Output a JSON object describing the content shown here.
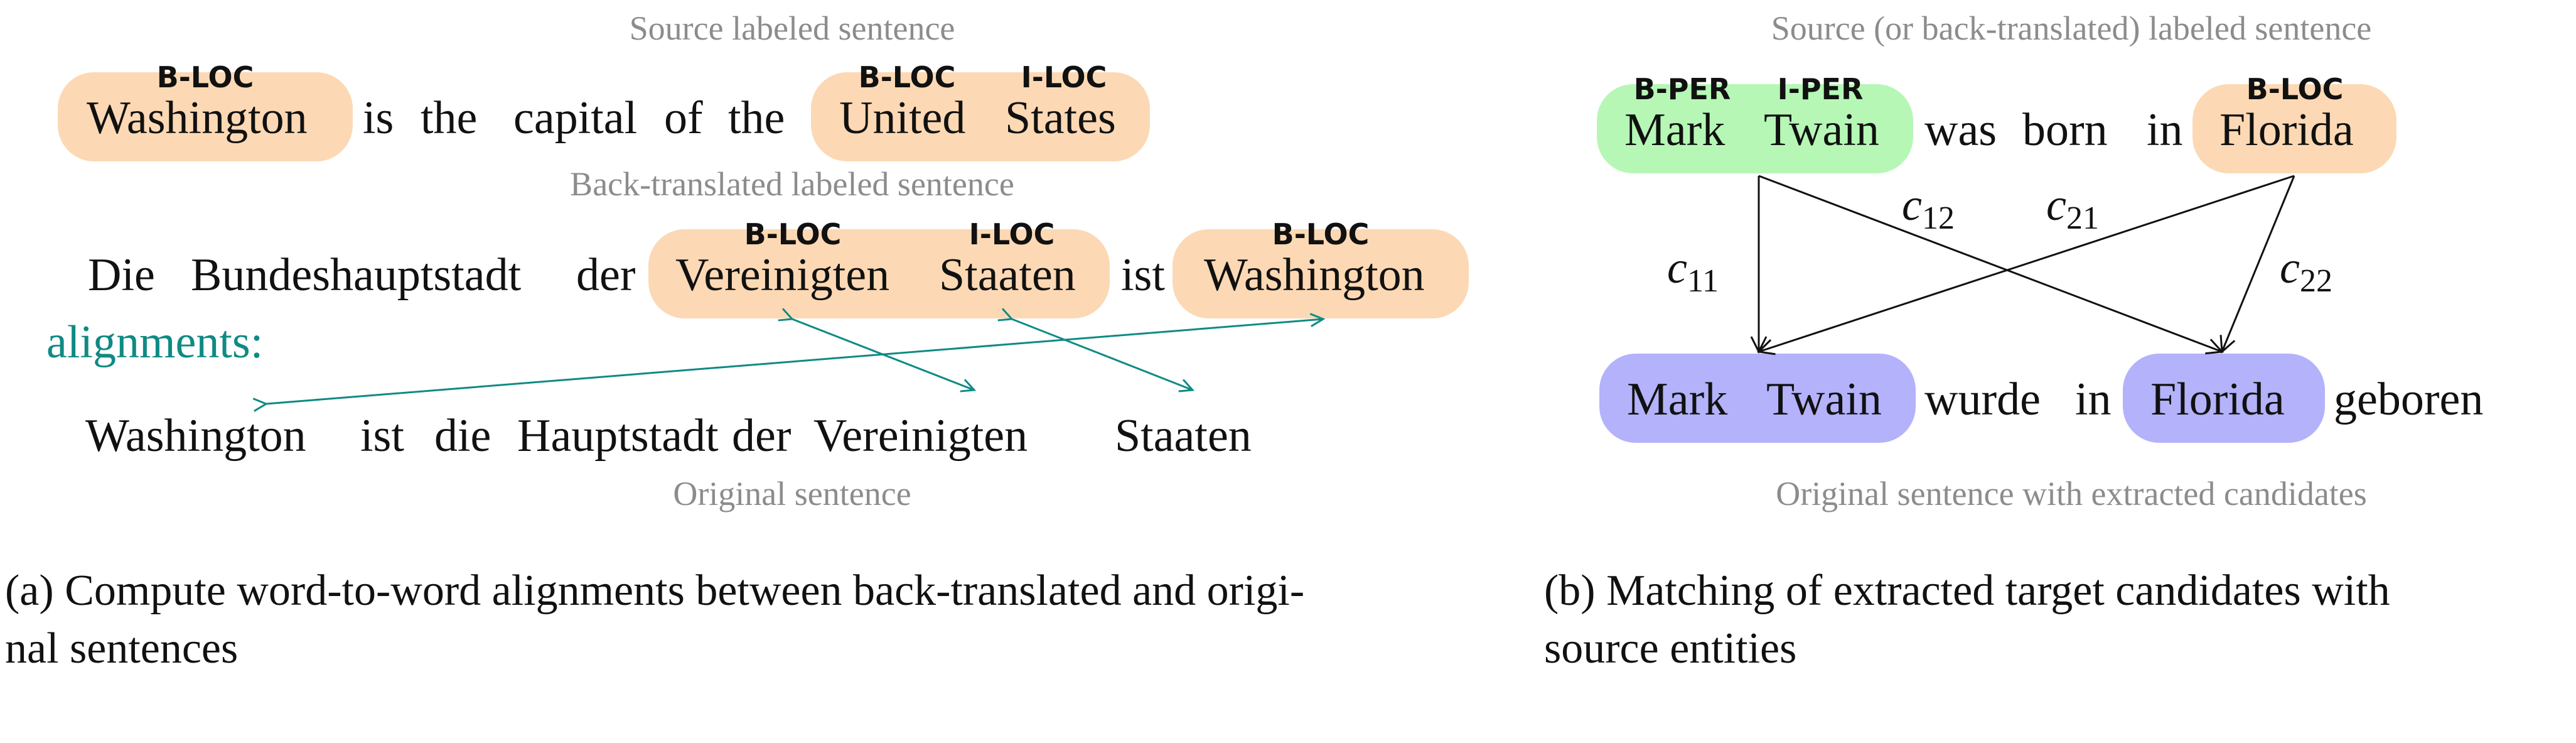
{
  "panel_a": {
    "source_title": "Source labeled sentence",
    "source_sentence": {
      "w1": "Washington",
      "w2": "is",
      "w3": "the",
      "w4": "capital",
      "w5": "of",
      "w6": "the",
      "w7": "United",
      "w8": "States",
      "tag1": "B-LOC",
      "tag7": "B-LOC",
      "tag8": "I-LOC"
    },
    "back_title": "Back-translated labeled sentence",
    "back_sentence": {
      "w1": "Die",
      "w2": "Bundeshauptstadt",
      "w3": "der",
      "w4": "Vereinigten",
      "w5": "Staaten",
      "w6": "ist",
      "w7": "Washington",
      "tag4": "B-LOC",
      "tag5": "I-LOC",
      "tag7": "B-LOC"
    },
    "alignments_label": "alignments:",
    "original_sentence": {
      "w1": "Washington",
      "w2": "ist",
      "w3": "die",
      "w4": "Hauptstadt",
      "w5": "der",
      "w6": "Vereinigten",
      "w7": "Staaten"
    },
    "original_title": "Original sentence",
    "caption": "(a) Compute word-to-word alignments between back-translated and origi-",
    "caption2": "nal sentences"
  },
  "panel_b": {
    "source_title": "Source (or back-translated) labeled sentence",
    "source_sentence": {
      "w1": "Mark",
      "w2": "Twain",
      "w3": "was",
      "w4": "born",
      "w5": "in",
      "w6": "Florida",
      "tag1": "B-PER",
      "tag2": "I-PER",
      "tag6": "B-LOC"
    },
    "edges": {
      "c11": {
        "c": "c",
        "s": "11"
      },
      "c12": {
        "c": "c",
        "s": "12"
      },
      "c21": {
        "c": "c",
        "s": "21"
      },
      "c22": {
        "c": "c",
        "s": "22"
      }
    },
    "original_sentence": {
      "w1": "Mark",
      "w2": "Twain",
      "w3": "wurde",
      "w4": "in",
      "w5": "Florida",
      "w6": "geboren"
    },
    "original_title": "Original sentence with extracted candidates",
    "caption": "(b) Matching of extracted target candidates with",
    "caption2": "source entities"
  },
  "colors": {
    "loc_pill": "#fcd9b4",
    "per_pill": "#b6f7b6",
    "candidate_pill": "#b3b2fa",
    "alignment_arrow": "#0f8a84",
    "muted_text": "#8c8c8c"
  }
}
